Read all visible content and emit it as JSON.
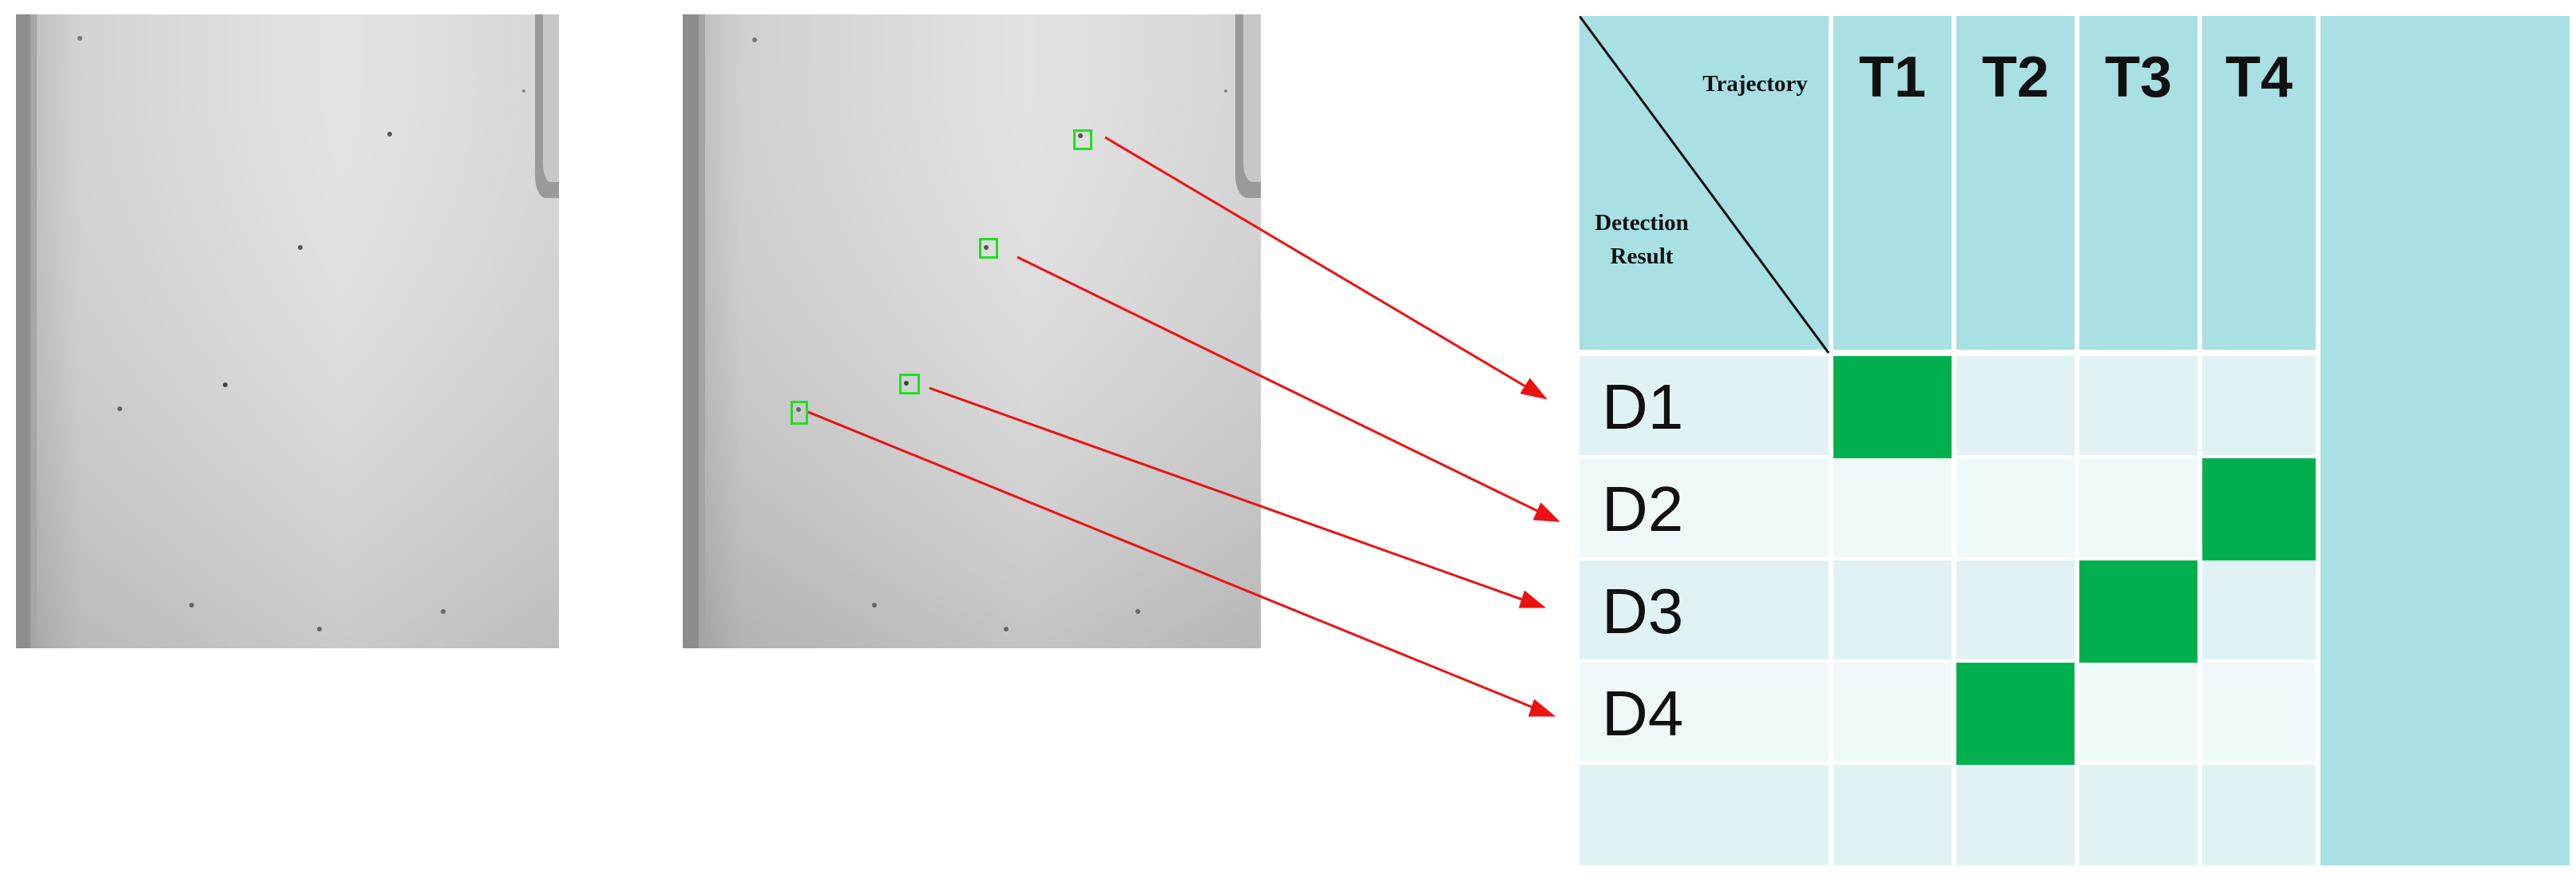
{
  "table": {
    "corner_top": "Trajectory",
    "corner_bottom_line1": "Detection",
    "corner_bottom_line2": "Result",
    "columns": [
      "T1",
      "T2",
      "T3",
      "T4"
    ],
    "rows": [
      "D1",
      "D2",
      "D3",
      "D4",
      ""
    ],
    "matches": [
      {
        "row": "D1",
        "col": "T1"
      },
      {
        "row": "D2",
        "col": "T4"
      },
      {
        "row": "D3",
        "col": "T3"
      },
      {
        "row": "D4",
        "col": "T2"
      }
    ]
  },
  "colors": {
    "header_fill": "#a8e0e4",
    "row_fill_light": "#e0f2f4",
    "row_fill_lighter": "#eff8f9",
    "match_fill": "#00b04e",
    "arrow": "#ee1111",
    "box": "#22dd22"
  }
}
